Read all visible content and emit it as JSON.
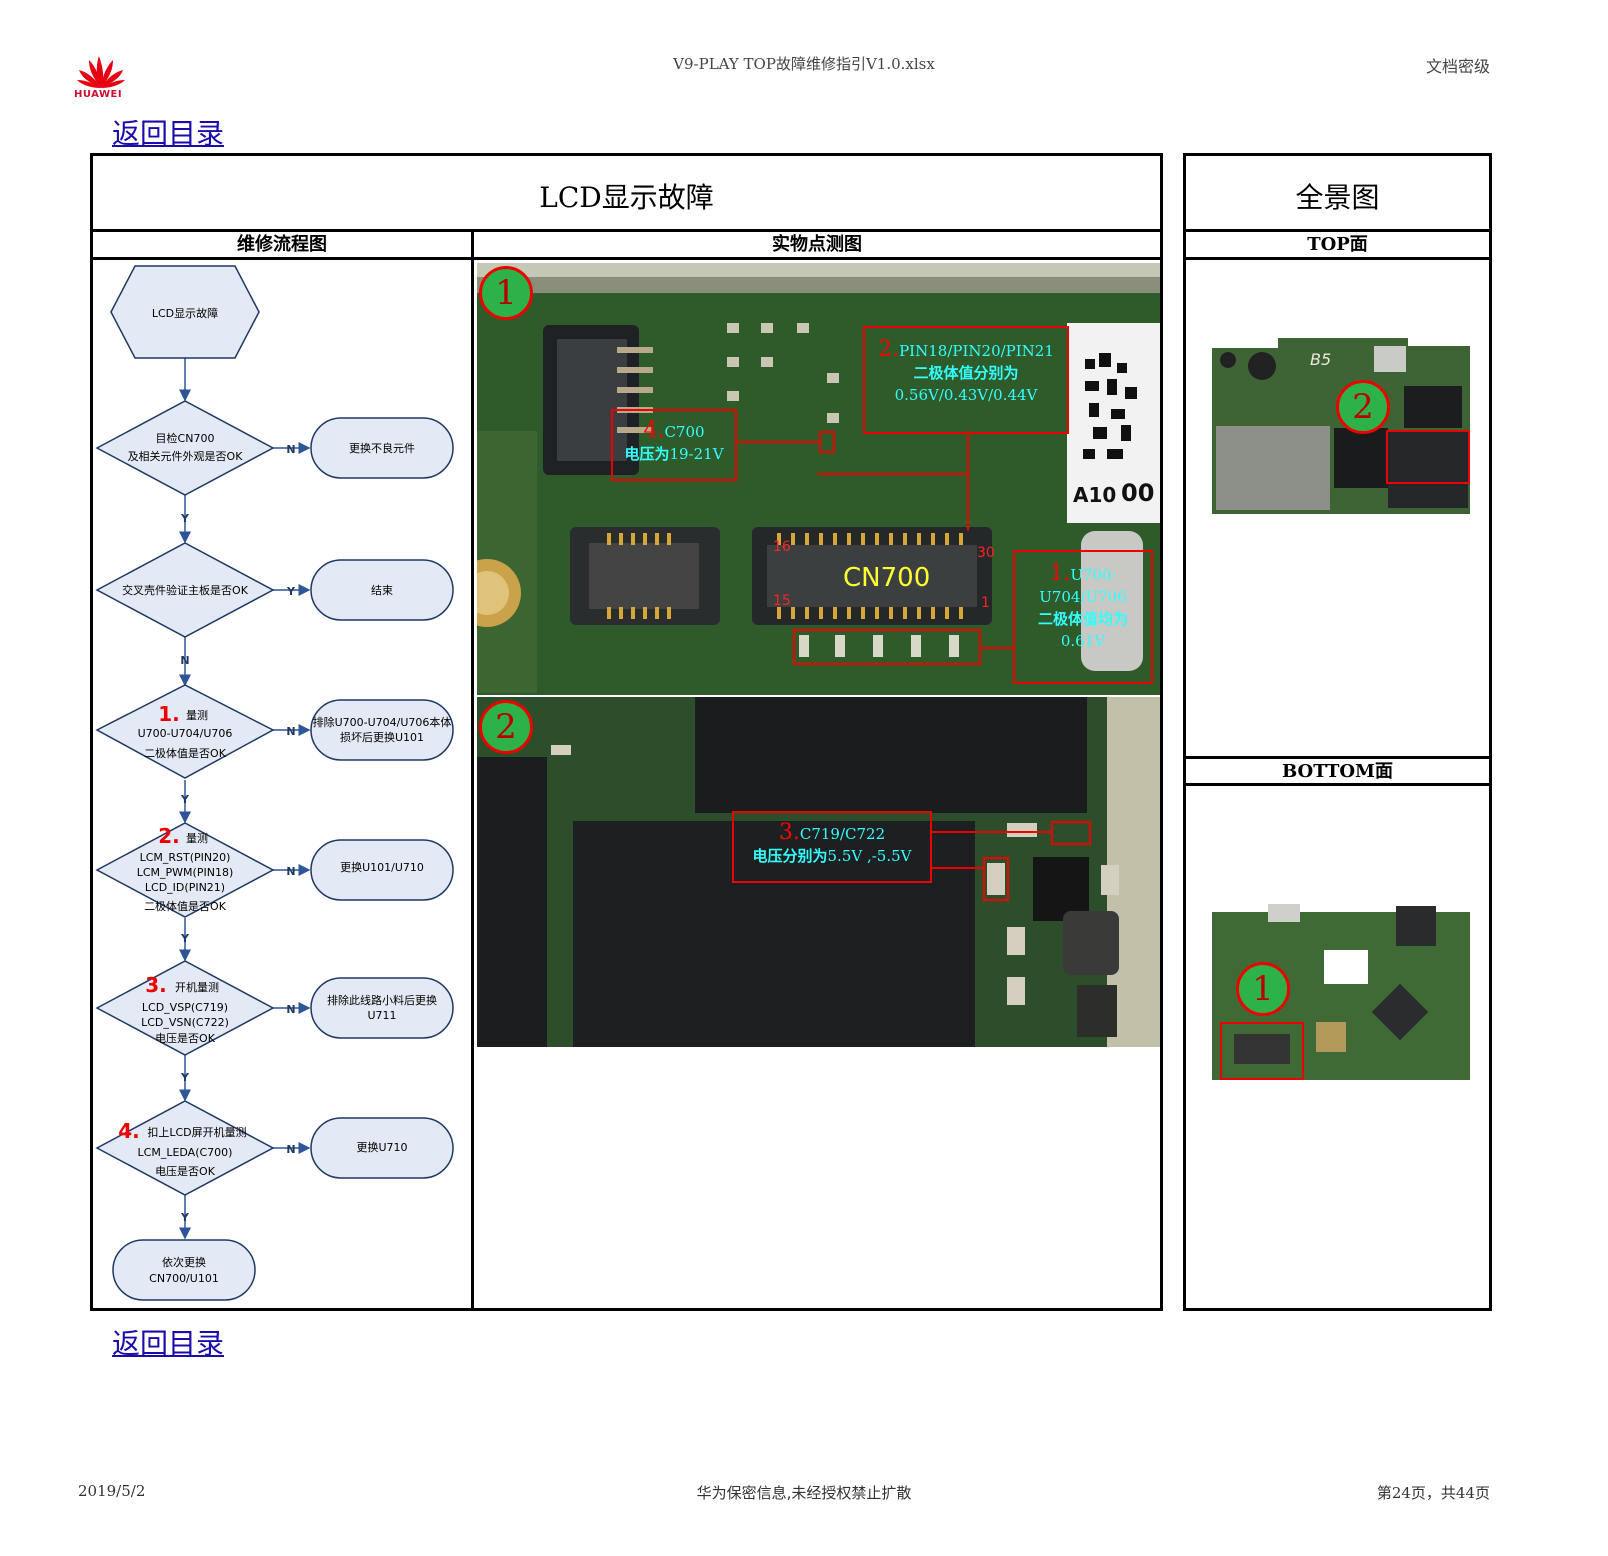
{
  "header": {
    "brand": "HUAWEI",
    "document_title": "V9-PLAY TOP故障维修指引V1.0.xlsx",
    "classification": "文档密级"
  },
  "links": {
    "back_top": "返回目录",
    "back_bottom": "返回目录"
  },
  "main": {
    "title": "LCD显示故障",
    "flow_header": "维修流程图",
    "photo_header": "实物点测图"
  },
  "overview": {
    "title": "全景图",
    "top_label": "TOP面",
    "bottom_label": "BOTTOM面"
  },
  "flowchart": {
    "start": "LCD显示故障",
    "d1": [
      "目检CN700",
      "及相关元件外观是否OK"
    ],
    "d2": [
      "交叉壳件验证主板是否OK"
    ],
    "d3_num": "1.",
    "d3": [
      "量测",
      "U700-U704/U706",
      "二极体值是否OK"
    ],
    "d4_num": "2.",
    "d4": [
      "量测",
      "LCM_RST(PIN20)",
      "LCM_PWM(PIN18)",
      "LCD_ID(PIN21)",
      "二极体值是否OK"
    ],
    "d5_num": "3.",
    "d5": [
      "开机量测",
      "LCD_VSP(C719)",
      "LCD_VSN(C722)",
      "电压是否OK"
    ],
    "d6_num": "4.",
    "d6": [
      "扣上LCD屏开机量测",
      "LCM_LEDA(C700)",
      "电压是否OK"
    ],
    "r1": [
      "更换不良元件"
    ],
    "r2": [
      "结束"
    ],
    "r3": [
      "排除U700-U704/U706本体",
      "损坏后更换U101"
    ],
    "r4": [
      "更换U101/U710"
    ],
    "r5": [
      "排除此线路小料后更换",
      "U711"
    ],
    "r6": [
      "更换U710"
    ],
    "end": [
      "依次更换",
      "CN700/U101"
    ],
    "yes": "Y",
    "no": "N"
  },
  "photo1": {
    "circle": "1",
    "connector_label": "CN700",
    "pin16": "16",
    "pin30": "30",
    "pin15": "15",
    "pin1": "1",
    "silk_label": "A10",
    "silk_code": "00",
    "a2_num": "2.",
    "a2_line1": "PIN18/PIN20/PIN21",
    "a2_line2": "二极体值分别为",
    "a2_line3": "0.56V/0.43V/0.44V",
    "a4_num": "4.",
    "a4_line1": "C700",
    "a4_line2_label": "电压为",
    "a4_line2_value": "19-21V",
    "a1_num": "1.",
    "a1_line1": "U700-",
    "a1_line2": "U704/U706",
    "a1_line3": "二极体值均为",
    "a1_line4": "0.61V"
  },
  "photo2": {
    "circle": "2",
    "a3_num": "3.",
    "a3_line1": "C719/C722",
    "a3_line2_label": "电压分别为",
    "a3_line2_value": "5.5V ,-5.5V"
  },
  "overview_top": {
    "circle": "2",
    "silk": "B5"
  },
  "overview_bottom": {
    "circle": "1"
  },
  "footer": {
    "date": "2019/5/2",
    "confidential": "华为保密信息,未经授权禁止扩散",
    "page": "第24页，共44页"
  },
  "colors": {
    "link": "#1a0dab",
    "flow_fill": "#e4eaf5",
    "flow_stroke": "#1f3864",
    "pcb": "#2f5a2a",
    "annotation": "#ff0000",
    "highlight_text": "#33ffff",
    "badge": "#2db24a"
  }
}
